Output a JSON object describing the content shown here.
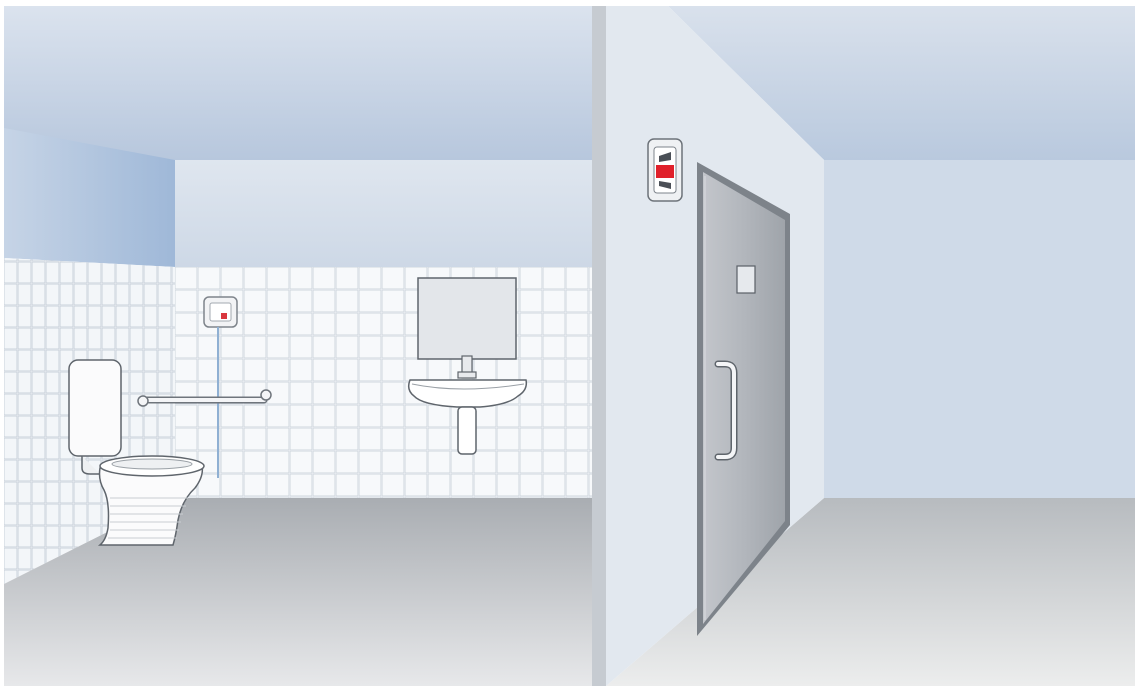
{
  "scene": {
    "left_room": {
      "fixtures": [
        "toilet",
        "grab-bar",
        "pull-cord-alarm",
        "mirror",
        "washbasin"
      ],
      "alarm_indicator_color": "#d9363e"
    },
    "right_room": {
      "fixtures": [
        "door",
        "door-handle",
        "door-vision-panel",
        "alarm-light"
      ],
      "alarm_light_color": "#e0202a"
    },
    "divider_wall_color": "#c6cbd1",
    "ceiling_color": "#c4d0e2",
    "floor_color": "#b2b6ba",
    "tile_color": "#eff2f5"
  }
}
